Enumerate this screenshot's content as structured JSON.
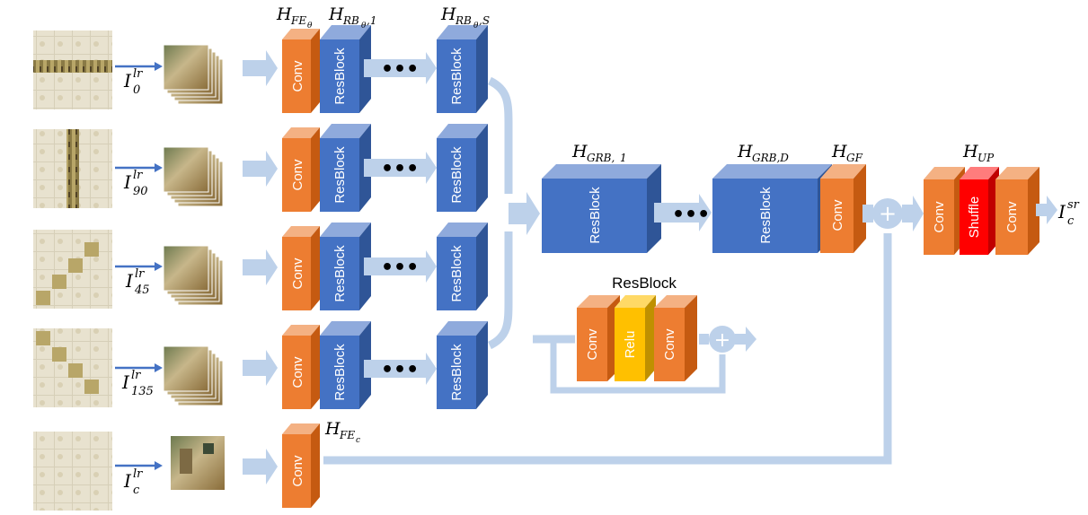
{
  "labels": {
    "conv": "Conv",
    "resblock": "ResBlock",
    "relu": "Relu",
    "shuffle": "Shuffle",
    "ellipsis": "•••",
    "resblock_legend_title": "ResBlock",
    "plus": "+"
  },
  "math_labels": {
    "h_fe_theta": "H_FEθ",
    "h_rb_theta_1": "H_RBθ,1",
    "h_rb_theta_s": "H_RBθ,S",
    "h_grb_1": "H_GRB,1",
    "h_grb_d": "H_GRB,D",
    "h_gf": "H_GF",
    "h_up": "H_UP",
    "h_fe_c": "H_FEc",
    "i_sr_c": "I_c^sr"
  },
  "input_labels": [
    {
      "sup": "lr",
      "sub": "0"
    },
    {
      "sup": "lr",
      "sub": "90"
    },
    {
      "sup": "lr",
      "sub": "45"
    },
    {
      "sup": "lr",
      "sub": "135"
    },
    {
      "sup": "lr",
      "sub": "c"
    }
  ],
  "colors": {
    "conv": "#ED7D31",
    "resblock": "#4472C4",
    "relu": "#FFC000",
    "shuffle": "#FF0000",
    "arrow_light": "#BDD1EA",
    "arrow_blue": "#4472C4"
  }
}
